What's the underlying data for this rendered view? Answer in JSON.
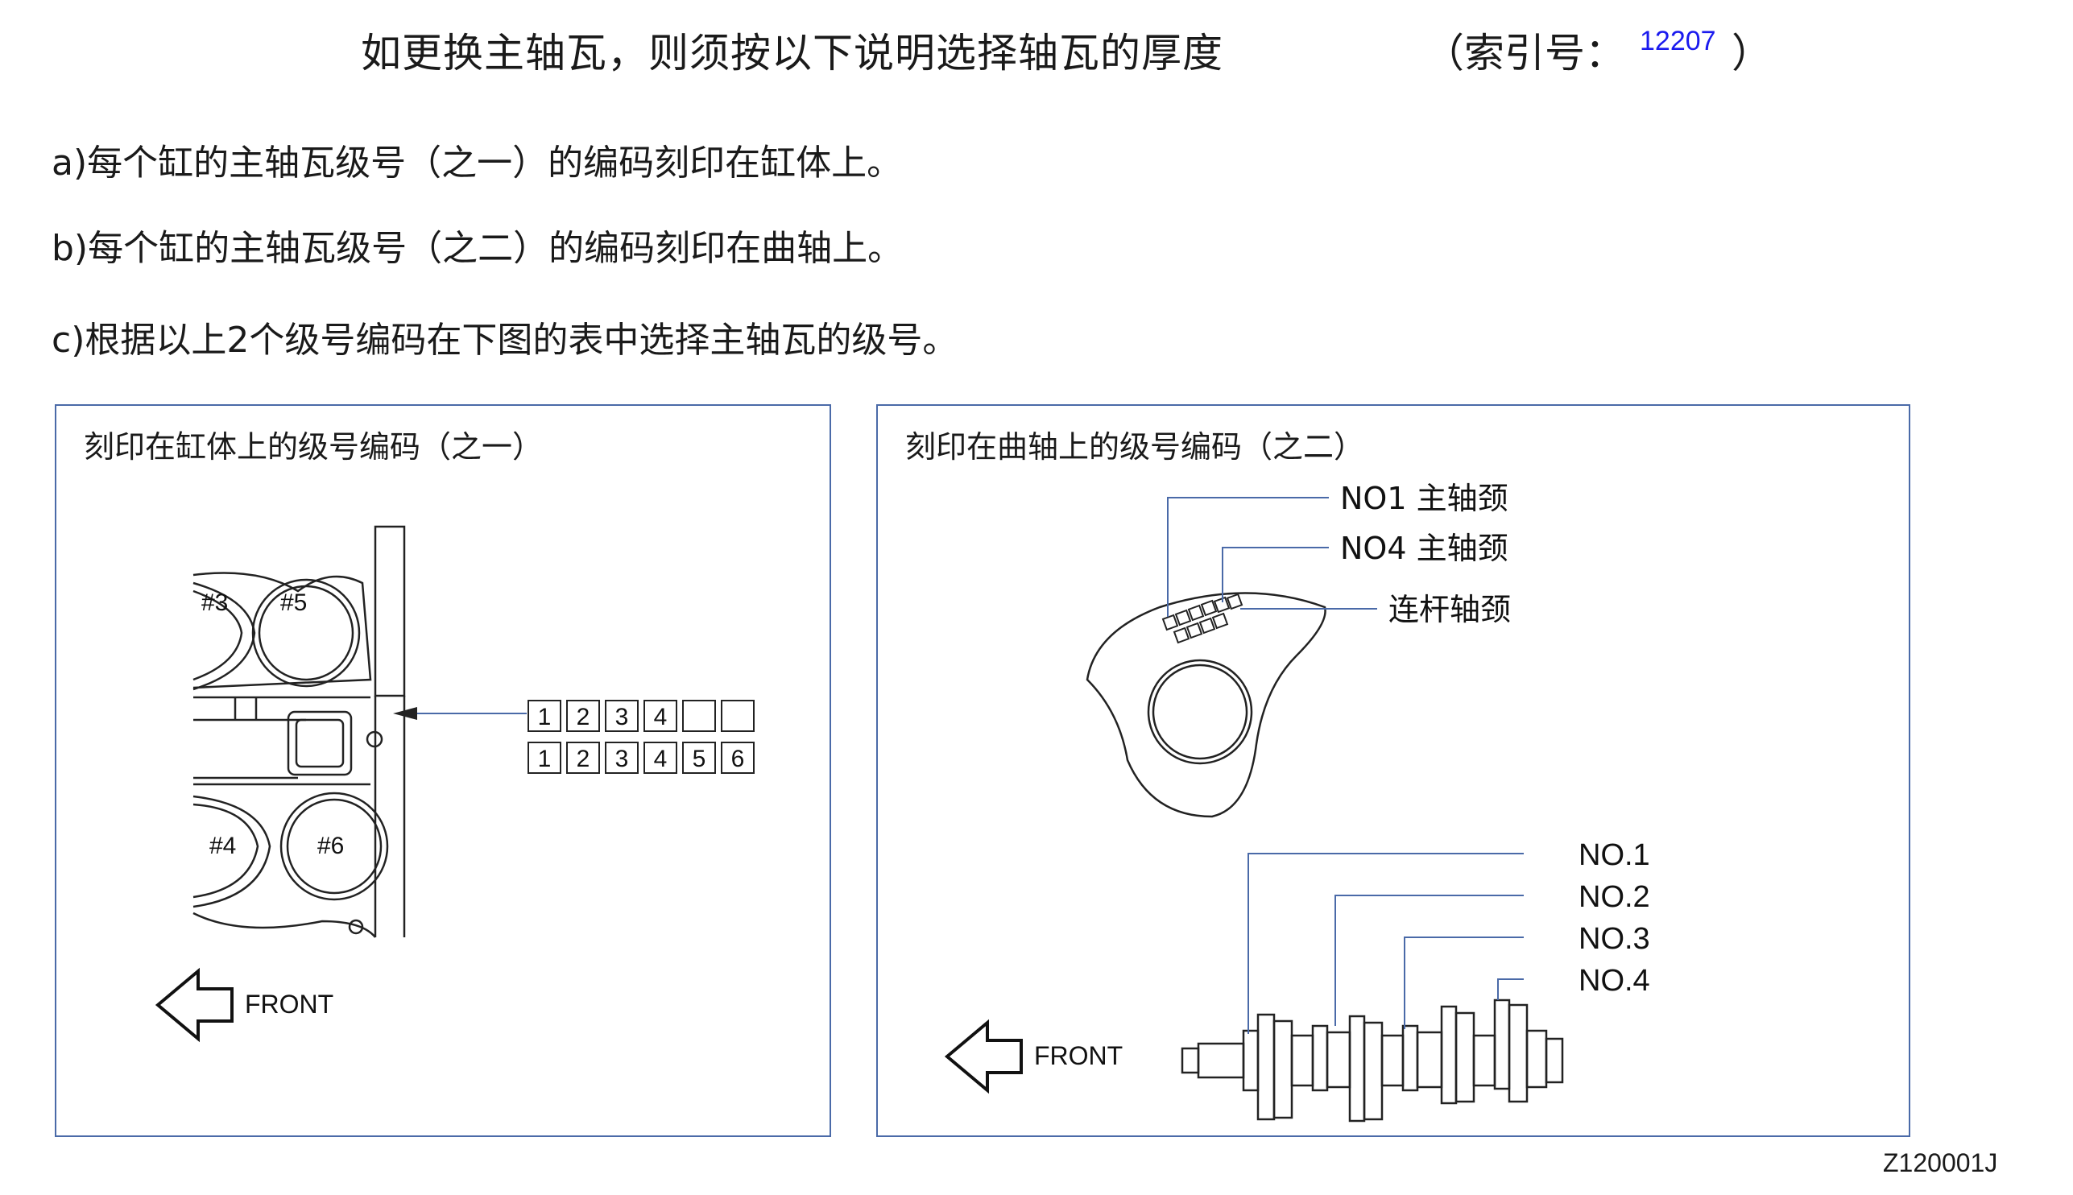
{
  "header": {
    "title": "如更换主轴瓦，则须按以下说明选择轴瓦的厚度",
    "index_label": "（索引号：",
    "index_number": "12207",
    "index_close": "）"
  },
  "instructions": [
    "a)每个缸的主轴瓦级号（之一）的编码刻印在缸体上。",
    "b)每个缸的主轴瓦级号（之二）的编码刻印在曲轴上。",
    "c)根据以上2个级号编码在下图的表中选择主轴瓦的级号。"
  ],
  "panel_block": {
    "title": "刻印在缸体上的级号编码（之一）",
    "cylinders": [
      "#3",
      "#5",
      "#4",
      "#6"
    ],
    "row1": [
      "1",
      "2",
      "3",
      "4",
      "",
      ""
    ],
    "row2": [
      "1",
      "2",
      "3",
      "4",
      "5",
      "6"
    ],
    "front": "FRONT"
  },
  "panel_crank": {
    "title": "刻印在曲轴上的级号编码（之二）",
    "no1_journal": "NO1  主轴颈",
    "no4_journal": "NO4  主轴颈",
    "rod_journal": "连杆轴颈",
    "journals": [
      "NO.1",
      "NO.2",
      "NO.3",
      "NO.4"
    ],
    "front": "FRONT"
  },
  "footer": {
    "code": "Z120001J"
  }
}
